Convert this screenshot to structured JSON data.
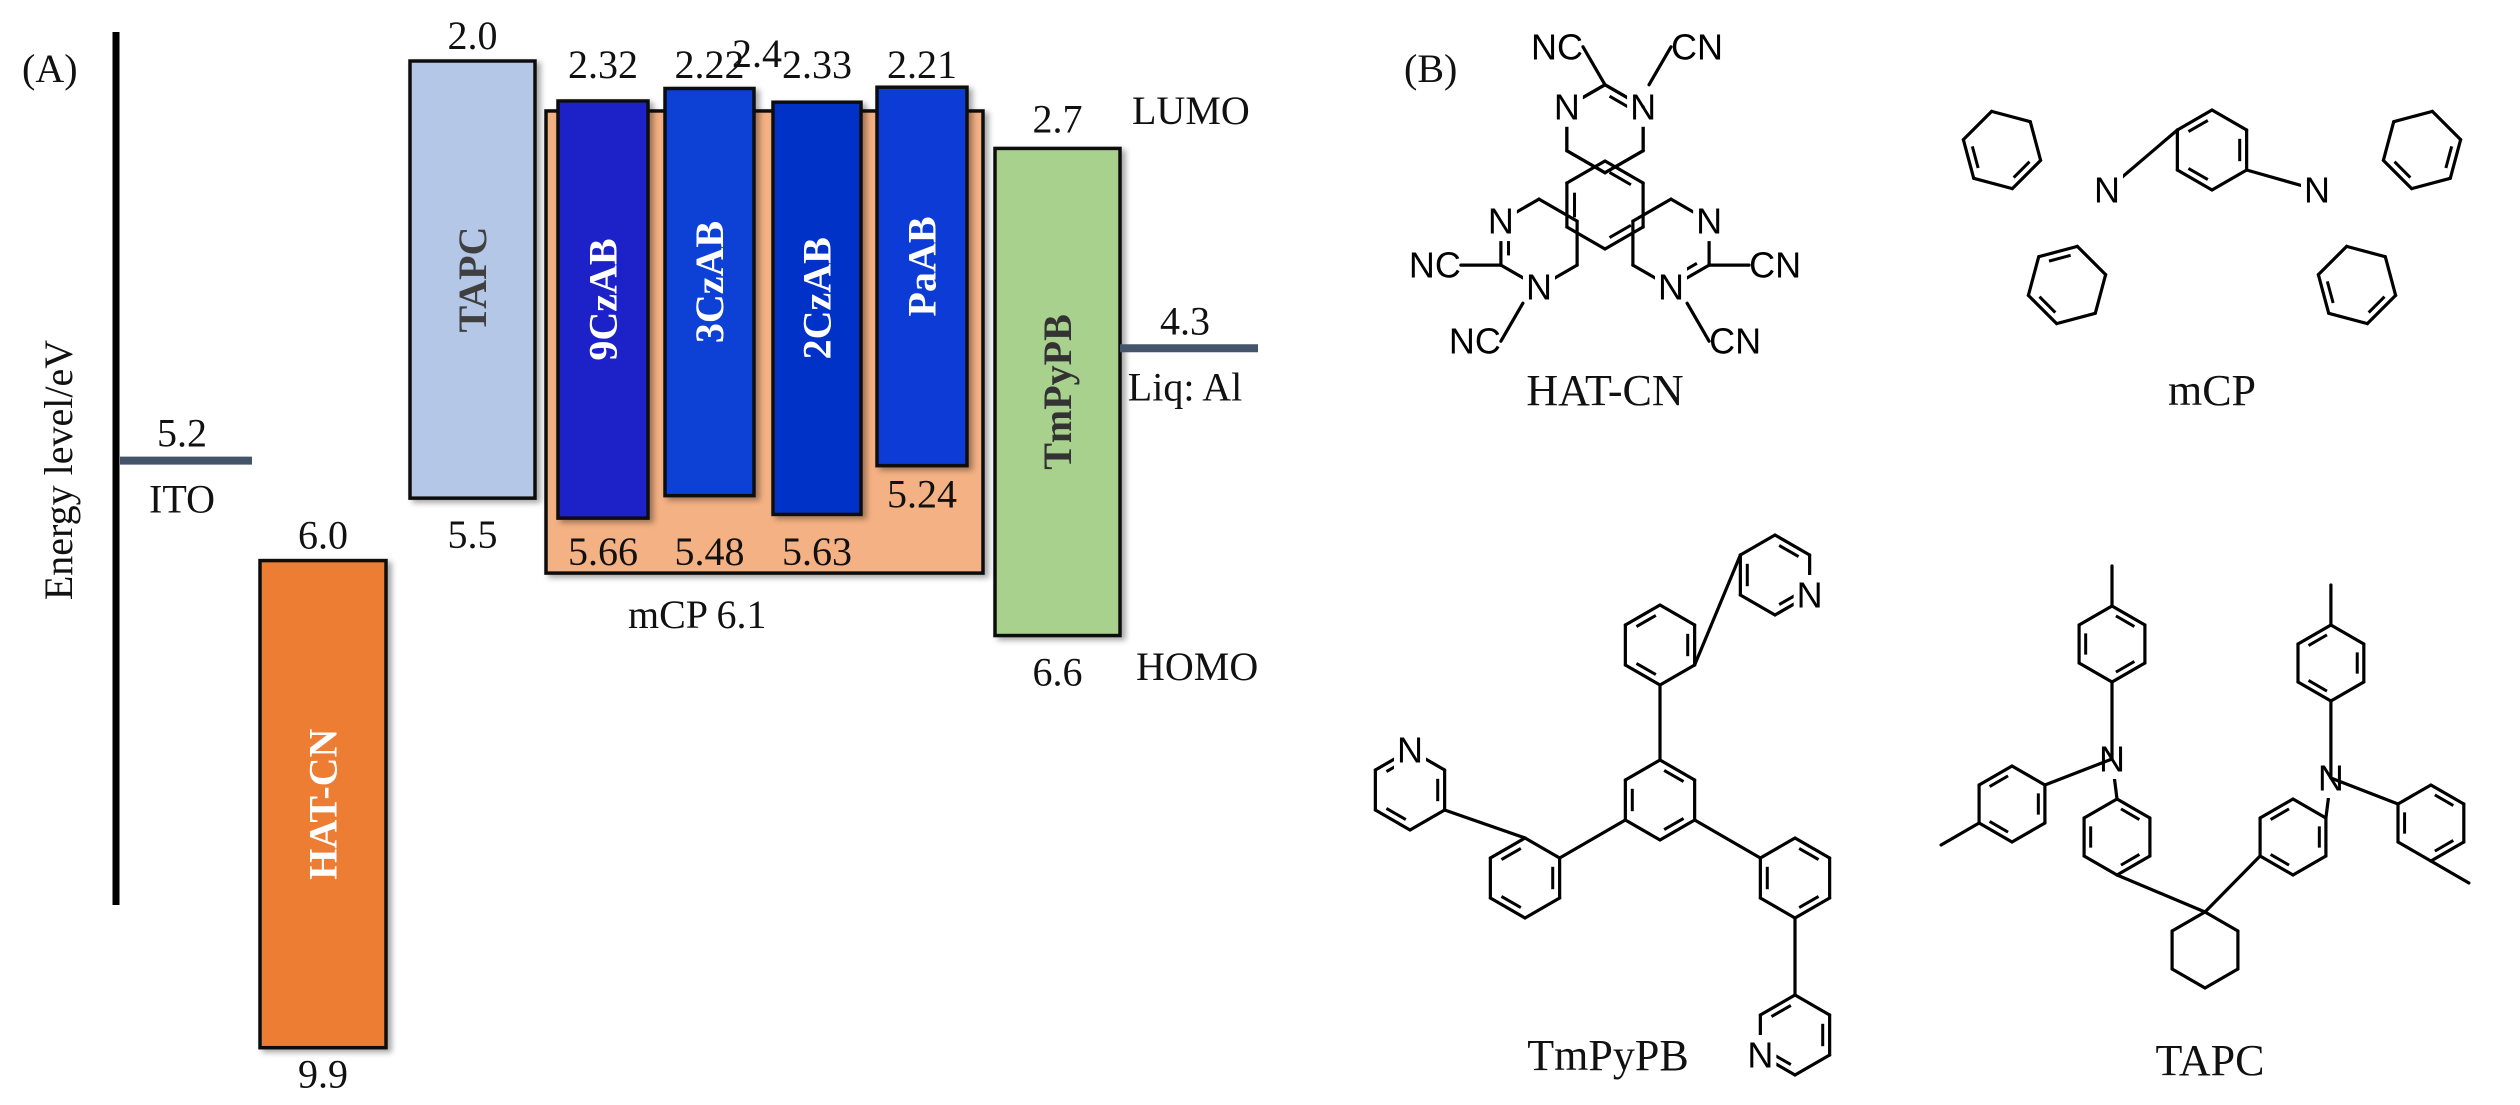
{
  "panel_a": {
    "label": "(A)",
    "y_axis_label": "Energy level/eV",
    "lumo_label": "LUMO",
    "homo_label": "HOMO",
    "electrodes": [
      {
        "name": "ITO",
        "value": 5.2,
        "value_label": "5.2",
        "color": "#44546a"
      },
      {
        "name": "Liq: Al",
        "value": 4.3,
        "value_label": "4.3",
        "color": "#44546a"
      }
    ],
    "layers": [
      {
        "name": "HAT-CN",
        "lumo": 6.0,
        "homo": 9.9,
        "lumo_label": "6.0",
        "homo_label": "9.9",
        "fill": "#ed7d31",
        "text_color": "#ffffff"
      },
      {
        "name": "TAPC",
        "lumo": 2.0,
        "homo": 5.5,
        "lumo_label": "2.0",
        "homo_label": "5.5",
        "fill": "#b4c7e7",
        "text_color": "#404040"
      },
      {
        "name": "mCP",
        "lumo": 2.4,
        "homo": 6.1,
        "lumo_label": "2.4",
        "homo_label": "6.1",
        "caption": "mCP  6.1",
        "fill": "#f4b183",
        "text_color": "#111111"
      },
      {
        "name": "9CzAB",
        "lumo": 2.32,
        "homo": 5.66,
        "lumo_label": "2.32",
        "homo_label": "5.66",
        "fill": "#1f22c8",
        "text_color": "#ffffff"
      },
      {
        "name": "3CzAB",
        "lumo": 2.22,
        "homo": 5.48,
        "lumo_label": "2.22",
        "homo_label": "5.48",
        "fill": "#0b3fd4",
        "text_color": "#ffffff"
      },
      {
        "name": "2CzAB",
        "lumo": 2.33,
        "homo": 5.63,
        "lumo_label": "2.33",
        "homo_label": "5.63",
        "fill": "#0533c8",
        "text_color": "#ffffff"
      },
      {
        "name": "PaAB",
        "lumo": 2.21,
        "homo": 5.24,
        "lumo_label": "2.21",
        "homo_label": "5.24",
        "fill": "#0a3ad6",
        "text_color": "#ffffff"
      },
      {
        "name": "TmPyPB",
        "lumo": 2.7,
        "homo": 6.6,
        "lumo_label": "2.7",
        "homo_label": "6.6",
        "fill": "#a9d18e",
        "text_color": "#333333"
      }
    ]
  },
  "panel_b": {
    "label": "(B)",
    "molecules": [
      {
        "name": "HAT-CN"
      },
      {
        "name": "mCP"
      },
      {
        "name": "TmPyPB"
      },
      {
        "name": "TAPC"
      }
    ],
    "atoms": {
      "N": "N",
      "CN": "CN",
      "NC": "NC"
    }
  }
}
